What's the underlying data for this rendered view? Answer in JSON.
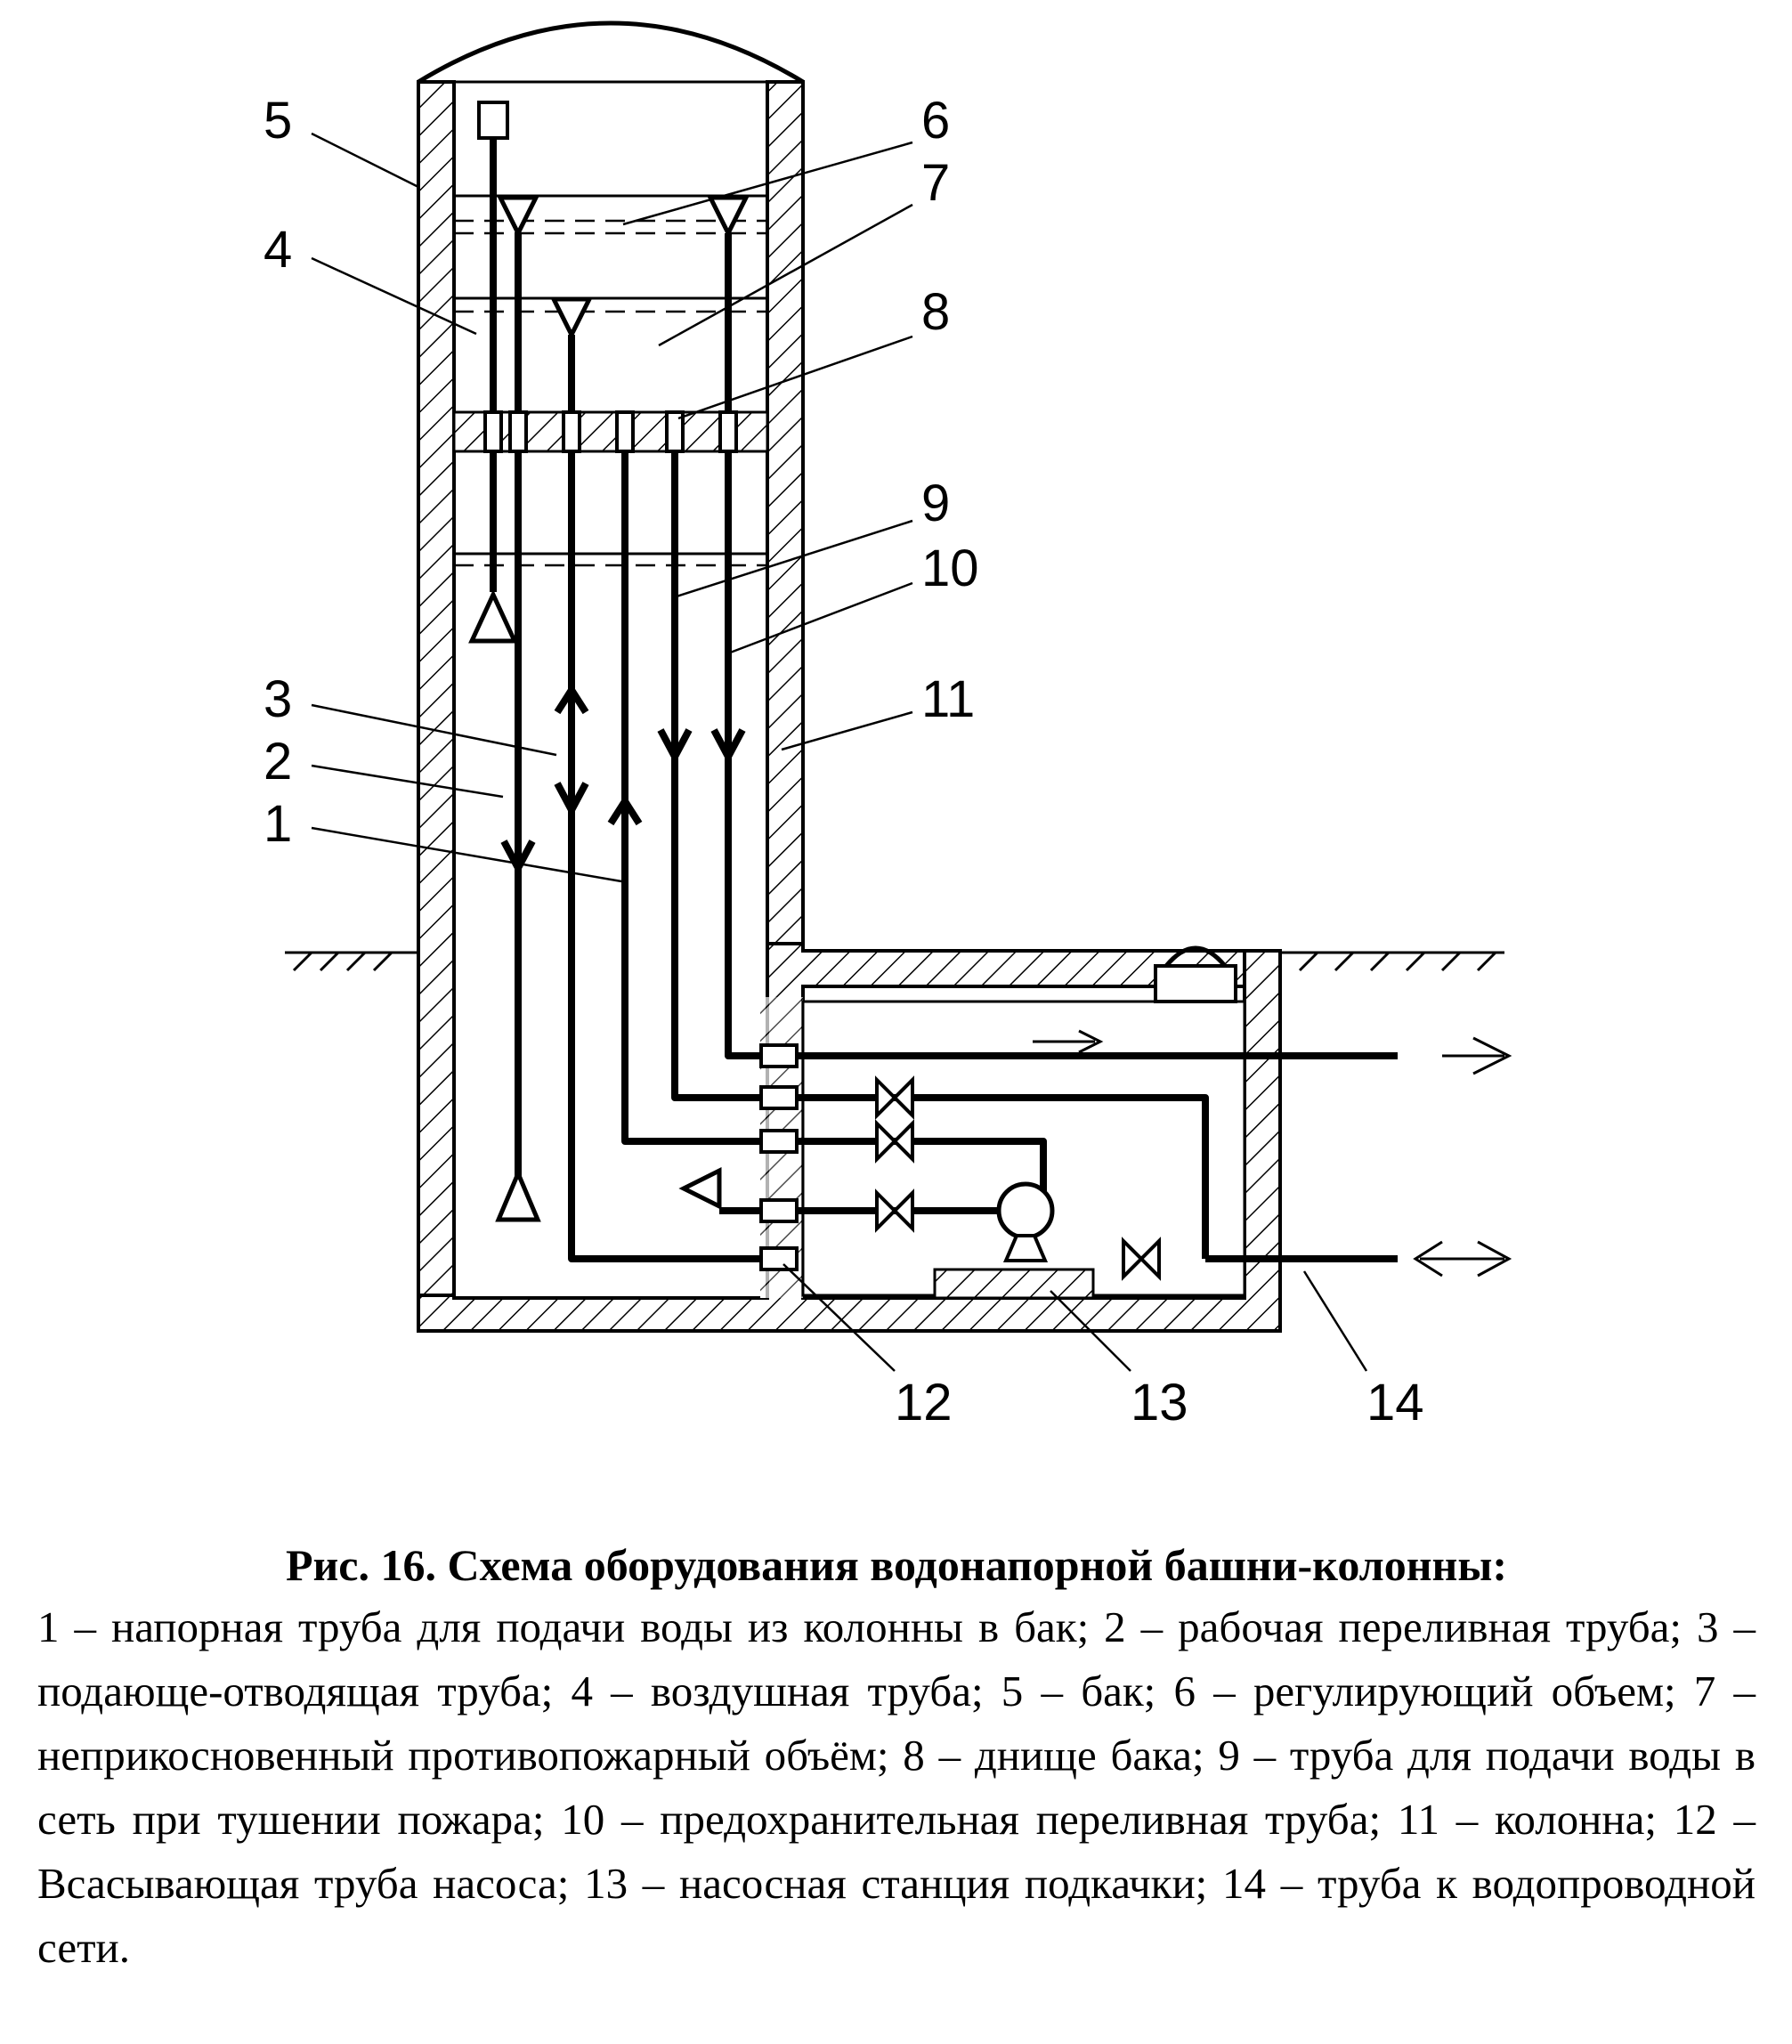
{
  "labels": {
    "l1": "1",
    "l2": "2",
    "l3": "3",
    "l4": "4",
    "l5": "5",
    "l6": "6",
    "l7": "7",
    "l8": "8",
    "l9": "9",
    "l10": "10",
    "l11": "11",
    "l12": "12",
    "l13": "13",
    "l14": "14"
  },
  "caption": {
    "title": "Рис. 16. Схема оборудования водонапорной башни-колонны:",
    "text": "1 – напорная труба для подачи воды из колонны в бак; 2 – рабочая переливная труба; 3 – подающе-отводящая труба; 4 – воздушная труба; 5 – бак; 6 – регулирующий объем; 7 – неприкосновенный противопожарный объём; 8 – днище бака; 9 – труба для подачи воды в сеть при тушении пожара; 10 – предохранительная переливная труба; 11 – колонна; 12 – Всасывающая труба насоса; 13 – насосная станция подкачки; 14 – труба к водопроводной сети."
  }
}
